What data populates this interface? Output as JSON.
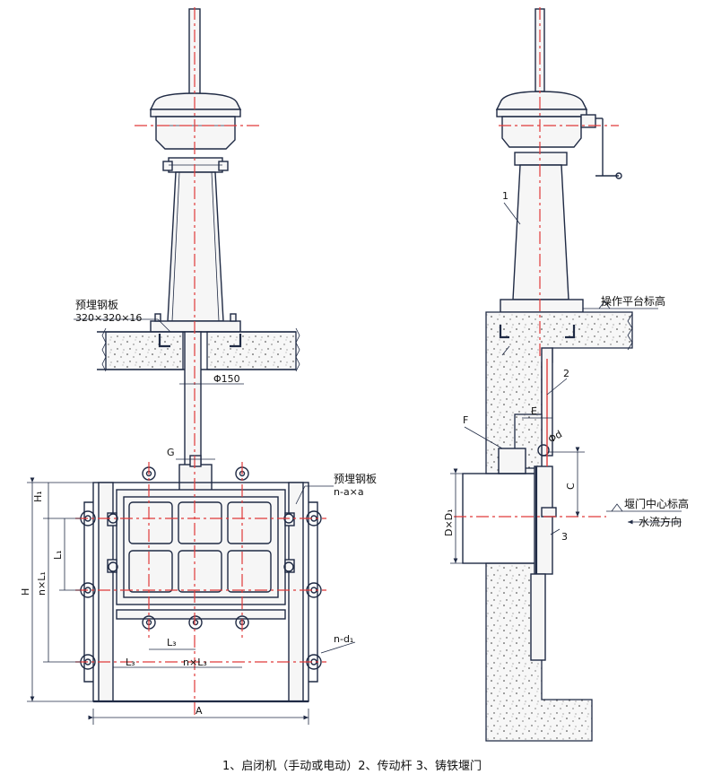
{
  "labels": {
    "embedded_plate_top": "预埋钢板",
    "embedded_plate_size": "320×320×16",
    "rod_diameter": "Φ150",
    "dim_g": "G",
    "embedded_plate_right": "预埋钢板",
    "embedded_plate_right_spec": "n-a×a",
    "dim_h1": "H₁",
    "dim_l1": "L₁",
    "dim_nxl1": "n×L₁",
    "dim_h": "H",
    "dim_l3_top": "L₃",
    "dim_l3_bottom": "L₃",
    "dim_nxl3": "n×L₃",
    "dim_nd1": "n-d₁",
    "dim_a": "A",
    "callout_1": "1",
    "callout_2": "2",
    "callout_3": "3",
    "platform_elevation": "操作平台标高",
    "dim_e": "E",
    "dim_f": "F",
    "dim_phi_d": "Φd",
    "dim_c": "C",
    "dim_dxd1": "D×D₁",
    "gate_center_elevation": "堰门中心标高",
    "flow_direction": "水流方向"
  },
  "caption": "1、启闭机（手动或电动）2、传动杆 3、铸铁堰门",
  "colors": {
    "line": "#1f2a44",
    "centerline": "#e03a3a",
    "concrete": "#f4f4f4"
  }
}
